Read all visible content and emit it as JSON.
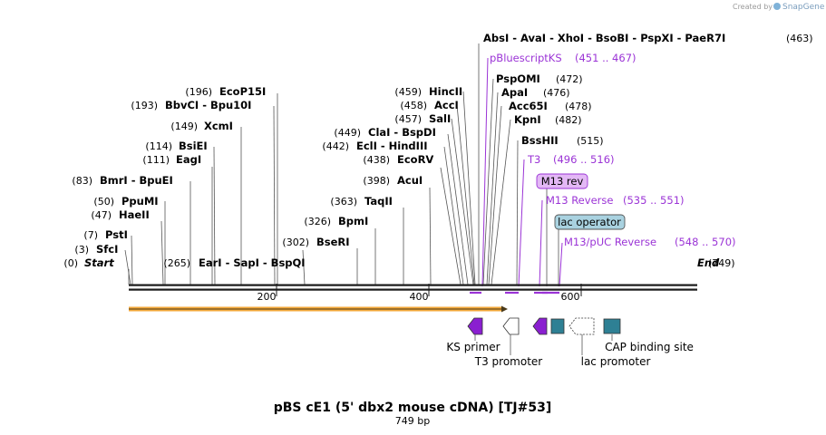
{
  "credit": "Created by",
  "brand": "SnapGene",
  "title": "pBS cE1 (5' dbx2 mouse cDNA) [TJ#53]",
  "subtitle": "749 bp",
  "ticks": [
    "200",
    "400",
    "600"
  ],
  "start_label": "(0)",
  "start_name": "Start",
  "end_name": "End",
  "end_pos": "(749)",
  "sites": [
    {
      "pos": "(3)",
      "name": "SfcI"
    },
    {
      "pos": "(7)",
      "name": "PstI"
    },
    {
      "pos": "(47)",
      "name": "HaeII"
    },
    {
      "pos": "(50)",
      "name": "PpuMI"
    },
    {
      "pos": "(83)",
      "name": "BmrI  -  BpuEI"
    },
    {
      "pos": "(111)",
      "name": "EagI"
    },
    {
      "pos": "(114)",
      "name": "BsiEI"
    },
    {
      "pos": "(149)",
      "name": "XcmI"
    },
    {
      "pos": "(193)",
      "name": "BbvCI  -  Bpu10I"
    },
    {
      "pos": "(196)",
      "name": "EcoP15I"
    },
    {
      "pos": "(265)",
      "name": "EarI  -  SapI  -  BspQI"
    },
    {
      "pos": "(302)",
      "name": "BseRI"
    },
    {
      "pos": "(326)",
      "name": "BpmI"
    },
    {
      "pos": "(363)",
      "name": "TaqII"
    },
    {
      "pos": "(398)",
      "name": "AcuI"
    },
    {
      "pos": "(438)",
      "name": "EcoRV"
    },
    {
      "pos": "(442)",
      "name": "EclI  -  HindIII"
    },
    {
      "pos": "(449)",
      "name": "ClaI  -  BspDI"
    },
    {
      "pos": "(457)",
      "name": "SalI"
    },
    {
      "pos": "(458)",
      "name": "AccI"
    },
    {
      "pos": "(459)",
      "name": "HincII"
    },
    {
      "pos": "(463)",
      "name": "AbsI  -  AvaI  -  XhoI  -  BsoBI  -  PspXI  -  PaeR7I"
    },
    {
      "pos": "(472)",
      "name": "PspOMI"
    },
    {
      "pos": "(476)",
      "name": "ApaI"
    },
    {
      "pos": "(478)",
      "name": "Acc65I"
    },
    {
      "pos": "(482)",
      "name": "KpnI"
    },
    {
      "pos": "(515)",
      "name": "BssHII"
    }
  ],
  "primers": [
    {
      "name": "pBluescriptKS",
      "range": "(451 .. 467)"
    },
    {
      "name": "T3",
      "range": "(496 .. 516)"
    },
    {
      "name": "M13 Reverse",
      "range": "(535 .. 551)"
    },
    {
      "name": "M13/pUC Reverse",
      "range": "(548 .. 570)"
    }
  ],
  "boxes": {
    "m13rev": "M13 rev",
    "lac_operator": "lac operator"
  },
  "features": {
    "ks_primer": "KS primer",
    "t3_promoter": "T3 promoter",
    "lac_promoter": "lac promoter",
    "cap_site": "CAP binding site"
  },
  "colors": {
    "primer": "#9b34d6",
    "orf": "#f3a83a",
    "cap": "#2e8094",
    "box_purple": "#e3b8f5",
    "box_blue": "#a9d2e0"
  }
}
